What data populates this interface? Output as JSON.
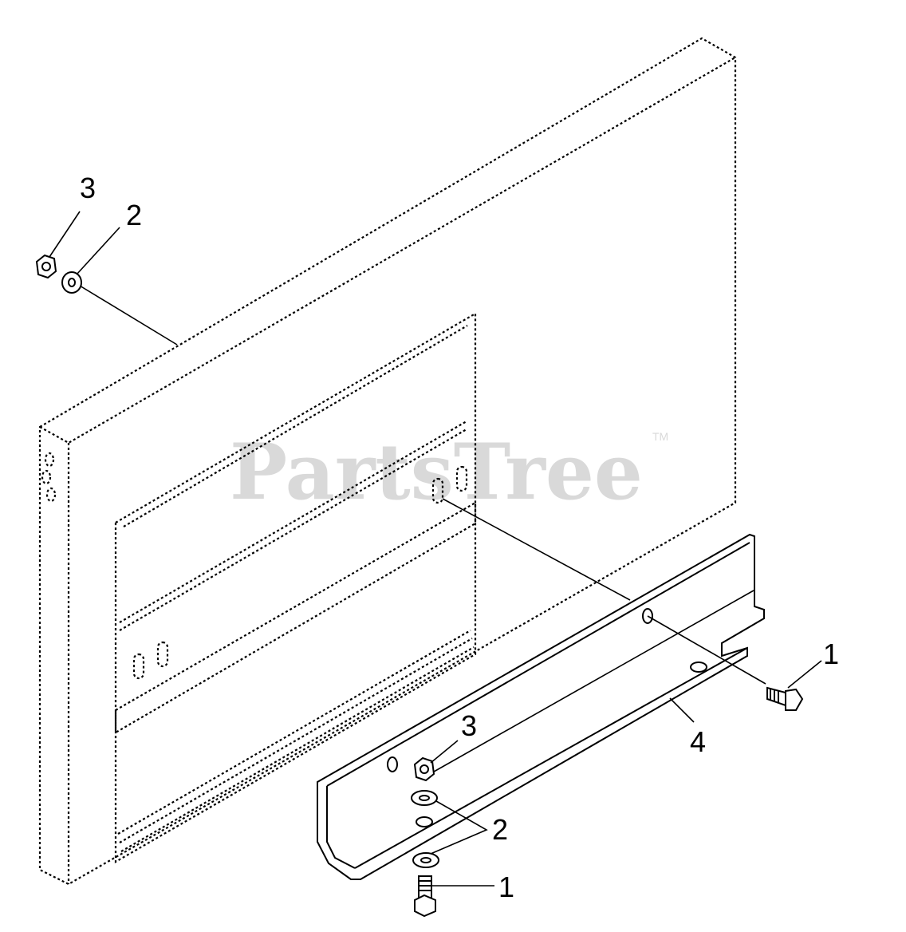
{
  "watermark": {
    "text": "PartsTree",
    "trademark": "TM"
  },
  "callouts": [
    {
      "id": "c3-top",
      "text": "3"
    },
    {
      "id": "c2-top",
      "text": "2"
    },
    {
      "id": "c1-right",
      "text": "1"
    },
    {
      "id": "c4",
      "text": "4"
    },
    {
      "id": "c3-bottom",
      "text": "3"
    },
    {
      "id": "c2-bottom",
      "text": "2"
    },
    {
      "id": "c1-bottom",
      "text": "1"
    }
  ]
}
